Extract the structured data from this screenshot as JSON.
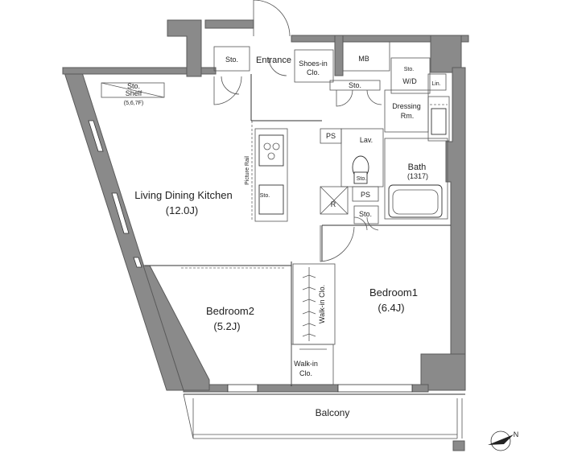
{
  "rooms": {
    "living_name": "Living Dining Kitchen",
    "living_size": "(12.0J)",
    "bedroom1_name": "Bedroom1",
    "bedroom1_size": "(6.4J)",
    "bedroom2_name": "Bedroom2",
    "bedroom2_size": "(5.2J)",
    "balcony": "Balcony",
    "entrance": "Entrance",
    "bath": "Bath",
    "bath_size": "(1317)",
    "lav": "Lav.",
    "mb": "MB",
    "wd": "W/D",
    "lin": "Lin.",
    "r": "R"
  },
  "storage": {
    "sto": "Sto.",
    "shelf_line1": "Sto.",
    "shelf_line2": "Shelf",
    "shelf_floors": "(5,6,7F)",
    "shoes_line1": "Shoes-in",
    "shoes_line2": "Clo.",
    "dressing_line1": "Dressing",
    "dressing_line2": "Rm.",
    "walkin_vertical": "Walk-in Clo.",
    "walkin_line1": "Walk-in",
    "walkin_line2": "Clo.",
    "ps": "PS",
    "picture_rail": "Picture Rail"
  },
  "compass": {
    "label": "N"
  }
}
